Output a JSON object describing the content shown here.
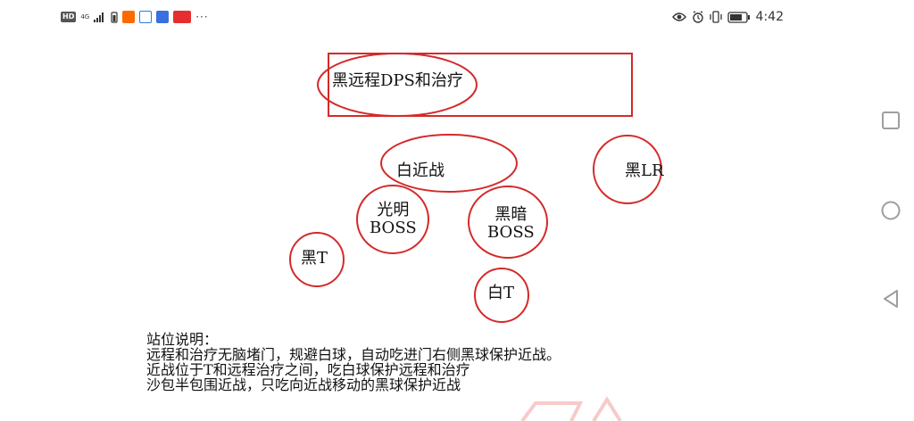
{
  "status_bar": {
    "network_type": "4G",
    "hd_badge": "HD",
    "time": "4:42"
  },
  "diagram": {
    "ranged_healer_box": "黑远程DPS和治疗",
    "melee": "白近战",
    "black_lr": "黑LR",
    "light_boss": [
      "光明",
      "BOSS"
    ],
    "dark_boss": [
      "黑暗",
      "BOSS"
    ],
    "black_t": "黑T",
    "white_t": "白T"
  },
  "notes": {
    "title": "站位说明：",
    "lines": [
      "远程和治疗无脑堵门，规避白球，自动吃进门右侧黑球保护近战。",
      "近战位于T和远程治疗之间，吃白球保护远程和治疗",
      "沙包半包围近战，只吃向近战移动的黑球保护近战"
    ]
  },
  "colors": {
    "annotation_red": "#d42a2a",
    "text": "#111111",
    "nav_gray": "#9e9e9e"
  }
}
